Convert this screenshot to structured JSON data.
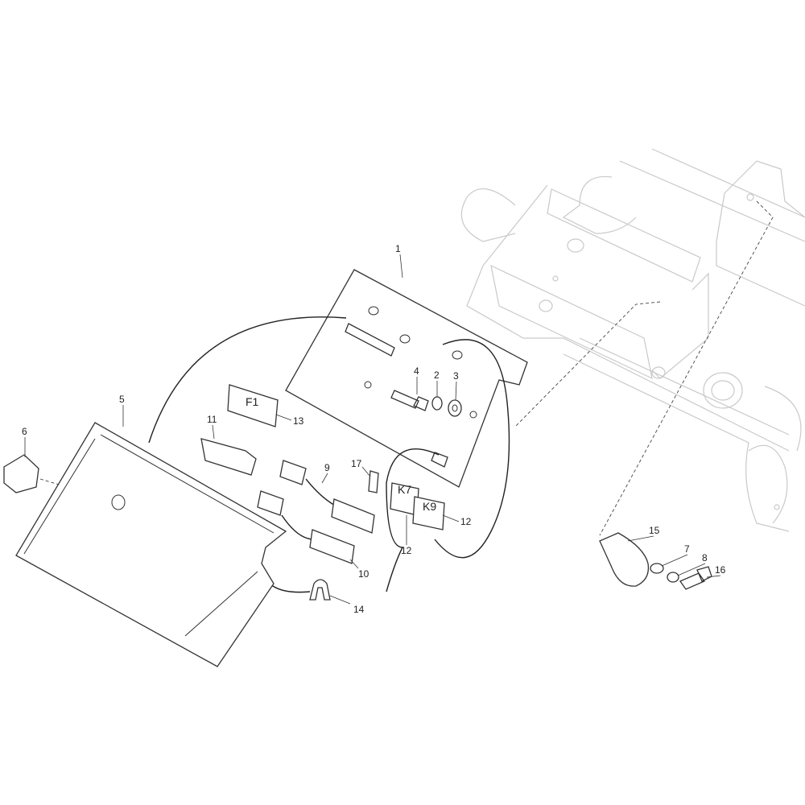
{
  "diagram": {
    "type": "exploded-parts-view",
    "callouts": {
      "p1": "1",
      "p2": "2",
      "p3": "3",
      "p4": "4",
      "p5": "5",
      "p6": "6",
      "p7": "7",
      "p8": "8",
      "p9": "9",
      "p10": "10",
      "p11": "11",
      "p12a": "12",
      "p12b": "12",
      "p13": "13",
      "p14": "14",
      "p15": "15",
      "p16": "16",
      "p17": "17"
    },
    "markings": {
      "fuse": "F1",
      "relay_k7": "K7",
      "relay_k9": "K9"
    }
  }
}
